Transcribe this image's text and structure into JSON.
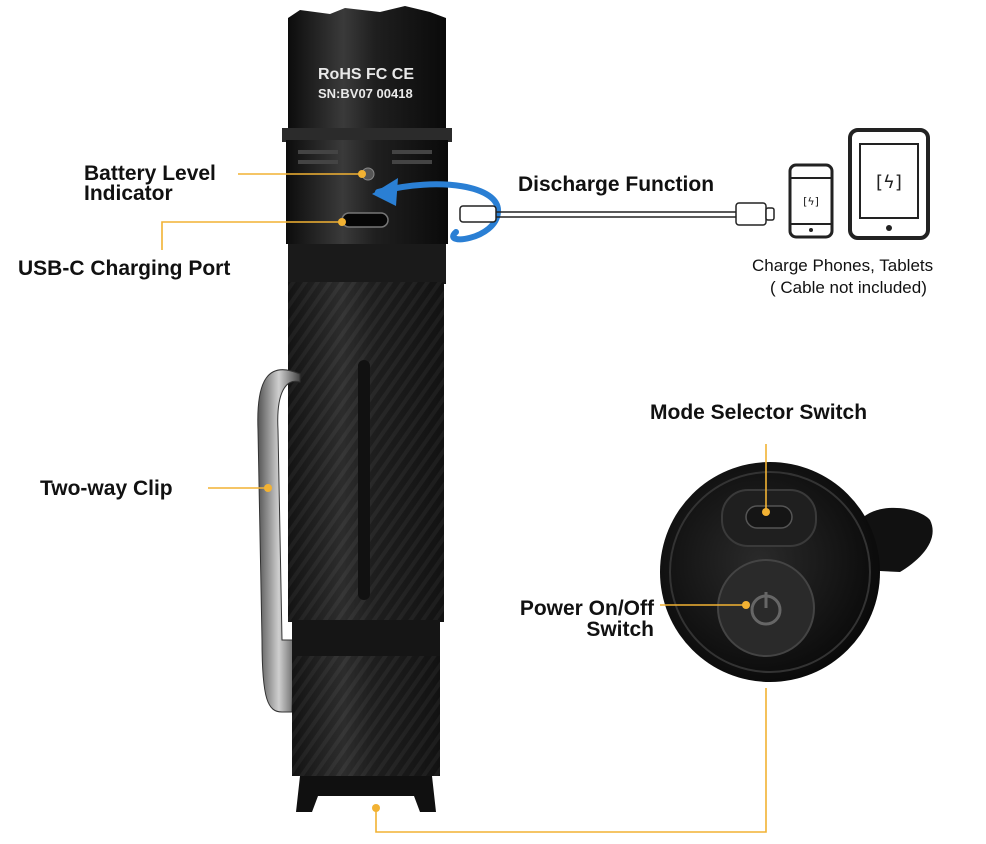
{
  "product": {
    "engraving": {
      "line1": "RoHS FC CE",
      "line2": "SN:BV07 00418"
    }
  },
  "callouts": {
    "battery_level": "Battery Level\nIndicator",
    "usb_c_port": "USB-C Charging Port",
    "discharge": "Discharge Function",
    "charge_devices": "Charge Phones, Tablets",
    "cable_note": "( Cable not included)",
    "two_way_clip": "Two-way Clip",
    "mode_selector": "Mode Selector Switch",
    "power_switch": "Power On/Off\nSwitch"
  },
  "colors": {
    "callout_line": "#f2b233",
    "arrow": "#2a7fd4",
    "body": "#1b1b1b"
  },
  "icons": [
    "phone-charging-icon",
    "tablet-charging-icon",
    "usb-c-plug-icon"
  ]
}
